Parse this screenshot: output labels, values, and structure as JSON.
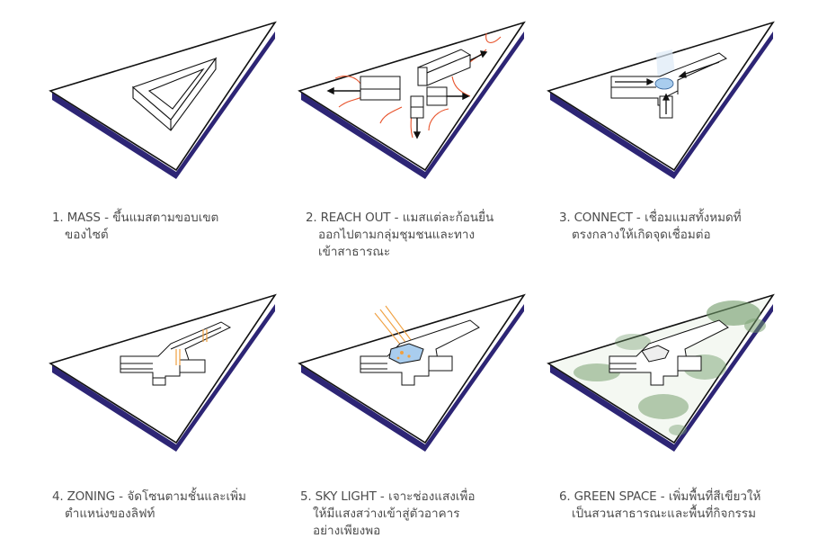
{
  "steps": [
    {
      "title": "1. MASS",
      "line1": " - ขึ้นแมสตามขอบเขต",
      "line2": "ของไซต์",
      "line3": ""
    },
    {
      "title": "2. REACH OUT",
      "line1": " - แมสแต่ละก้อนยื่น",
      "line2": "ออกไปตามกลุ่มชุมชนและทาง",
      "line3": "เข้าสาธารณะ"
    },
    {
      "title": "3. CONNECT",
      "line1": " - เชื่อมแมสทั้งหมดที่",
      "line2": "ตรงกลางให้เกิดจุดเชื่อมต่อ",
      "line3": ""
    },
    {
      "title": "4. ZONING",
      "line1": " - จัดโซนตามชั้นและเพิ่ม",
      "line2": "ตำแหน่งของลิฟท์",
      "line3": ""
    },
    {
      "title": "5. SKY LIGHT",
      "line1": " - เจาะช่องแสงเพื่อ",
      "line2": "ให้มีแสงสว่างเข้าสู่ตัวอาคาร",
      "line3": "อย่างเพียงพอ"
    },
    {
      "title": "6. GREEN SPACE",
      "line1": " - เพิ่มพื้นที่สีเขียวให้",
      "line2": "เป็นสวนสาธารณะและพื้นที่กิจกรรม",
      "line3": ""
    }
  ],
  "colors": {
    "site_edge": "#2d2575",
    "outline": "#111111",
    "arrow_orange": "#e8522a",
    "skylight_blue": "#a9cdee",
    "elevator_orange": "#f0a040",
    "green": "#6f9a68"
  }
}
